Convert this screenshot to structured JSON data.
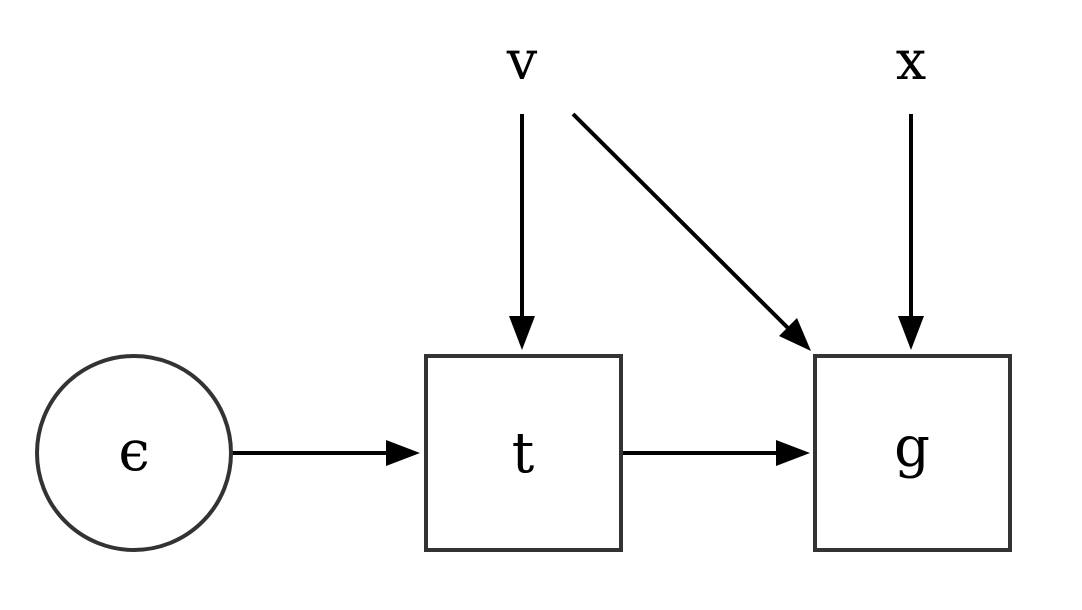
{
  "diagram": {
    "nodes": {
      "epsilon": {
        "label": "ϵ",
        "shape": "circle"
      },
      "t": {
        "label": "t",
        "shape": "square"
      },
      "g": {
        "label": "g",
        "shape": "square"
      },
      "v": {
        "label": "v",
        "shape": "none"
      },
      "x": {
        "label": "x",
        "shape": "none"
      }
    },
    "edges": [
      {
        "from": "epsilon",
        "to": "t"
      },
      {
        "from": "t",
        "to": "g"
      },
      {
        "from": "v",
        "to": "t"
      },
      {
        "from": "v",
        "to": "g"
      },
      {
        "from": "x",
        "to": "g"
      }
    ],
    "colors": {
      "node_stroke": "#333333",
      "edge": "#000000",
      "background": "#ffffff"
    }
  }
}
